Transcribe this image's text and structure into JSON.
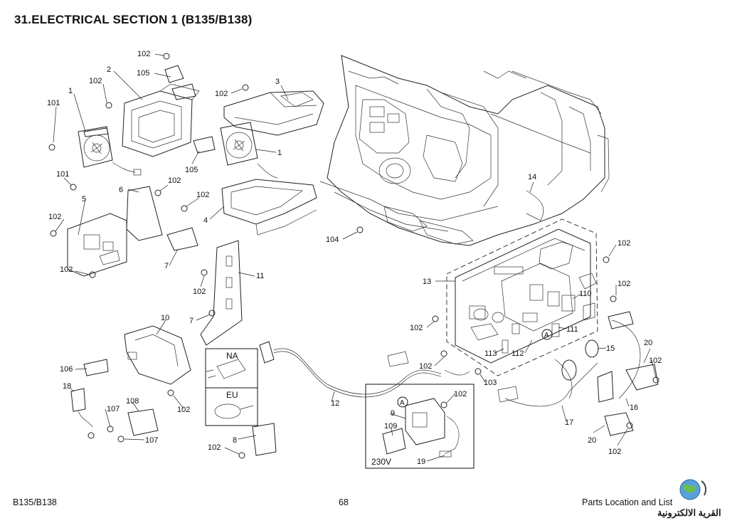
{
  "header": {
    "title": "31.ELECTRICAL SECTION 1 (B135/B138)"
  },
  "footer": {
    "model": "B135/B138",
    "page": "68",
    "section": "Parts Location and List"
  },
  "watermark": {
    "text": "القرية الالكترونية"
  },
  "inset_boxes": {
    "plug_na": "NA",
    "plug_eu": "EU",
    "voltage": "230V",
    "marker_a": "A"
  },
  "callouts": [
    {
      "id": "c-102-a",
      "text": "102"
    },
    {
      "id": "c-2",
      "text": "2"
    },
    {
      "id": "c-105-a",
      "text": "105"
    },
    {
      "id": "c-102-b",
      "text": "102"
    },
    {
      "id": "c-1-a",
      "text": "1"
    },
    {
      "id": "c-101-a",
      "text": "101"
    },
    {
      "id": "c-102-c",
      "text": "102"
    },
    {
      "id": "c-3",
      "text": "3"
    },
    {
      "id": "c-1-b",
      "text": "1"
    },
    {
      "id": "c-105-b",
      "text": "105"
    },
    {
      "id": "c-101-b",
      "text": "101"
    },
    {
      "id": "c-6",
      "text": "6"
    },
    {
      "id": "c-102-d",
      "text": "102"
    },
    {
      "id": "c-102-e",
      "text": "102"
    },
    {
      "id": "c-5",
      "text": "5"
    },
    {
      "id": "c-4",
      "text": "4"
    },
    {
      "id": "c-102-f",
      "text": "102"
    },
    {
      "id": "c-7-a",
      "text": "7"
    },
    {
      "id": "c-102-g",
      "text": "102"
    },
    {
      "id": "c-11",
      "text": "11"
    },
    {
      "id": "c-102-h",
      "text": "102"
    },
    {
      "id": "c-7-b",
      "text": "7"
    },
    {
      "id": "c-10",
      "text": "10"
    },
    {
      "id": "c-106",
      "text": "106"
    },
    {
      "id": "c-18-a",
      "text": "18"
    },
    {
      "id": "c-108",
      "text": "108"
    },
    {
      "id": "c-107-a",
      "text": "107"
    },
    {
      "id": "c-107-b",
      "text": "107"
    },
    {
      "id": "c-102-i",
      "text": "102"
    },
    {
      "id": "c-102-j",
      "text": "102"
    },
    {
      "id": "c-8",
      "text": "8"
    },
    {
      "id": "c-12",
      "text": "12"
    },
    {
      "id": "c-104",
      "text": "104"
    },
    {
      "id": "c-14",
      "text": "14"
    },
    {
      "id": "c-102-k",
      "text": "102"
    },
    {
      "id": "c-13",
      "text": "13"
    },
    {
      "id": "c-102-l",
      "text": "102"
    },
    {
      "id": "c-110",
      "text": "110"
    },
    {
      "id": "c-102-m",
      "text": "102"
    },
    {
      "id": "c-111",
      "text": "111"
    },
    {
      "id": "c-113",
      "text": "113"
    },
    {
      "id": "c-112",
      "text": "112"
    },
    {
      "id": "c-15",
      "text": "15"
    },
    {
      "id": "c-102-n",
      "text": "102"
    },
    {
      "id": "c-103",
      "text": "103"
    },
    {
      "id": "c-20-a",
      "text": "20"
    },
    {
      "id": "c-102-o",
      "text": "102"
    },
    {
      "id": "c-16",
      "text": "16"
    },
    {
      "id": "c-17",
      "text": "17"
    },
    {
      "id": "c-20-b",
      "text": "20"
    },
    {
      "id": "c-102-p",
      "text": "102"
    },
    {
      "id": "c-102-q",
      "text": "102"
    },
    {
      "id": "c-9",
      "text": "9"
    },
    {
      "id": "c-109",
      "text": "109"
    },
    {
      "id": "c-19",
      "text": "19"
    }
  ]
}
